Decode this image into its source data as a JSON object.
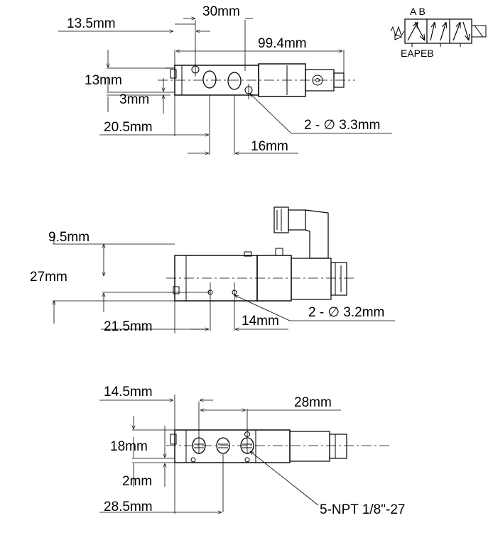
{
  "view_top": {
    "dim_13_5": "13.5mm",
    "dim_30": "30mm",
    "dim_99_4": "99.4mm",
    "dim_13": "13mm",
    "dim_3": "3mm",
    "dim_20_5": "20.5mm",
    "dim_16": "16mm",
    "callout_holes": "2 - ∅ 3.3mm"
  },
  "view_side": {
    "dim_9_5": "9.5mm",
    "dim_27": "27mm",
    "dim_21_5": "21.5mm",
    "dim_14": "14mm",
    "callout_holes": "2 - ∅ 3.2mm"
  },
  "view_bottom": {
    "dim_14_5": "14.5mm",
    "dim_28": "28mm",
    "dim_18": "18mm",
    "dim_2": "2mm",
    "dim_28_5": "28.5mm",
    "callout_ports": "5-NPT 1/8\"-27"
  },
  "symbol": {
    "ports_top": "A B",
    "ports_bottom": "EAPEB"
  }
}
